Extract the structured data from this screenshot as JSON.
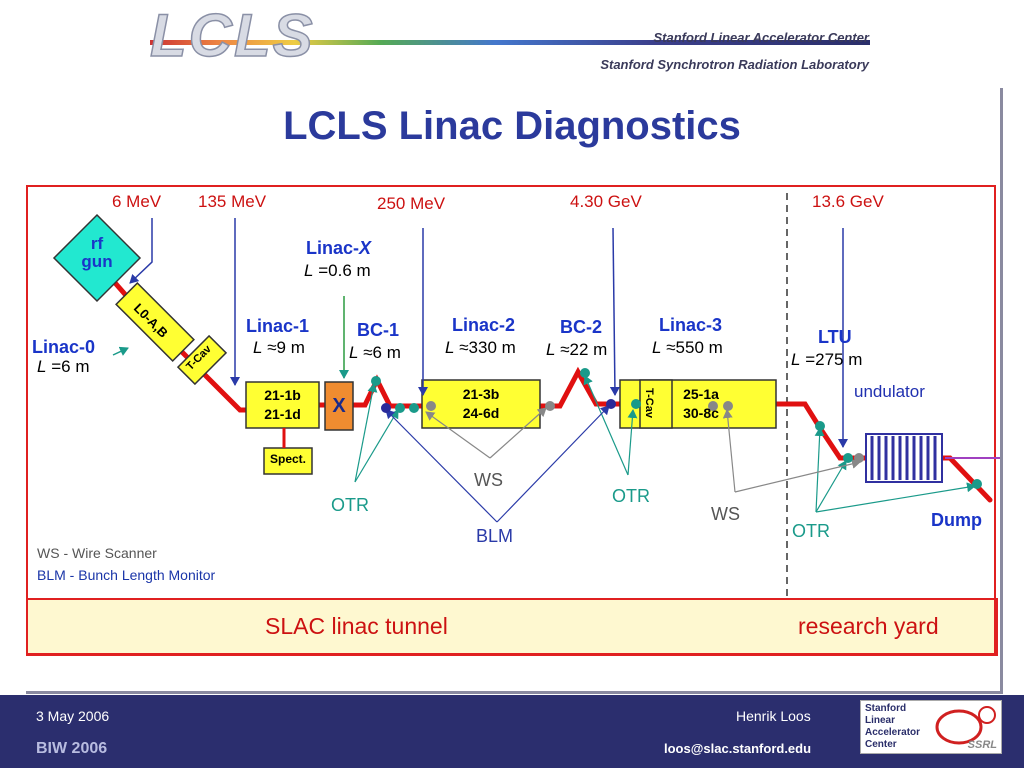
{
  "header": {
    "logo": "LCLS",
    "org1": "Stanford Linear Accelerator Center",
    "org2": "Stanford Synchrotron Radiation Laboratory"
  },
  "title": "LCLS Linac Diagnostics",
  "energies": {
    "e1": "6 MeV",
    "e2": "135 MeV",
    "e3": "250 MeV",
    "e4": "4.30 GeV",
    "e5": "13.6 GeV"
  },
  "sections": {
    "rf_gun_line1": "rf",
    "rf_gun_line2": "gun",
    "linac0": "Linac-0",
    "linac0_len": "6 m",
    "l0ab": "L0-A,B",
    "tcav1": "T-Cav",
    "linac1": "Linac-1",
    "linac1_len": "9 m",
    "linacx": "Linac-",
    "linacx_x": "X",
    "linacx_len": "0.6 m",
    "bc1": "BC-1",
    "bc1_len": "6 m",
    "linac2": "Linac-2",
    "linac2_len": "330 m",
    "bc2": "BC-2",
    "bc2_len": "22 m",
    "linac3": "Linac-3",
    "linac3_len": "550 m",
    "ltu": "LTU",
    "ltu_len": "275 m",
    "undulator": "undulator",
    "dump": "Dump"
  },
  "len_prefix": {
    "L": "L",
    "approx": "≈",
    "eq": "="
  },
  "boxes": {
    "b1_l1": "21-1b",
    "b1_l2": "21-1d",
    "x": "X",
    "spect": "Spect.",
    "b2_l1": "21-3b",
    "b2_l2": "24-6d",
    "tcav2": "T-Cav",
    "b3_l1": "25-1a",
    "b3_l2": "30-8c"
  },
  "diagnostics": {
    "ws1": "WS",
    "ws2": "WS",
    "otr1": "OTR",
    "otr2": "OTR",
    "otr3": "OTR",
    "blm": "BLM"
  },
  "legend": {
    "ws": "WS - Wire Scanner",
    "blm": "BLM - Bunch Length Monitor"
  },
  "regions": {
    "tunnel": "SLAC linac tunnel",
    "yard": "research yard"
  },
  "footer": {
    "date": "3 May 2006",
    "event": "BIW 2006",
    "author": "Henrik Loos",
    "email": "loos@slac.stanford.edu",
    "logo_slac_line1": "Stanford",
    "logo_slac_line2": "Linear",
    "logo_slac_line3": "Accelerator",
    "logo_slac_line4": "Center",
    "logo_ssrl": "SSRL"
  },
  "colors": {
    "beam": "#e01010",
    "box": "#ffff33",
    "gun": "#22e8d0",
    "xbox": "#f08c30",
    "arrow_blue": "#2a3aa8",
    "arrow_green": "#1a9a8a",
    "accent": "#2b3a9c"
  }
}
